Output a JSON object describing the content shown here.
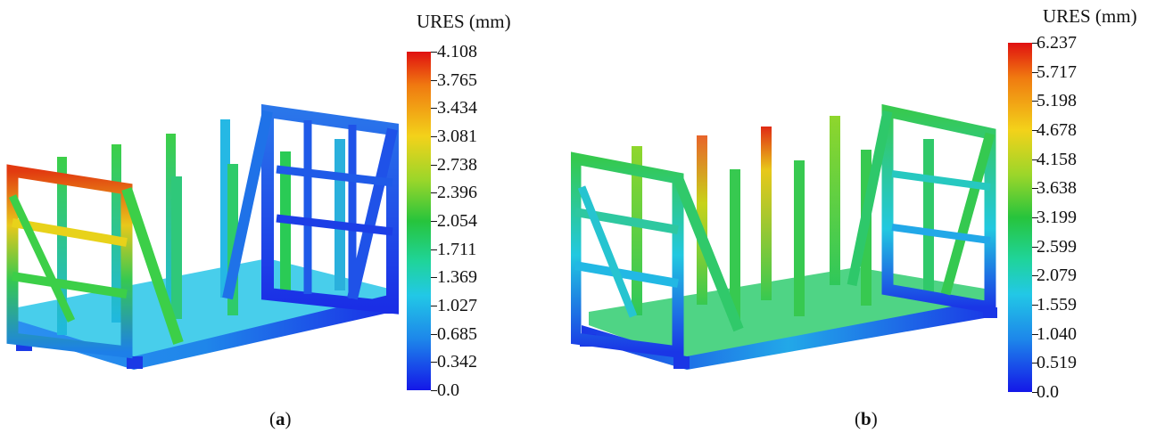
{
  "panels": [
    {
      "legend_title": "URES (mm)",
      "legend_values": [
        "4.108",
        "3.765",
        "3.434",
        "3.081",
        "2.738",
        "2.396",
        "2.054",
        "1.711",
        "1.369",
        "1.027",
        "0.685",
        "0.342",
        "0.0"
      ],
      "caption_open": "(",
      "caption_letter": "a",
      "caption_close": ")"
    },
    {
      "legend_title": "URES (mm)",
      "legend_values": [
        "6.237",
        "5.717",
        "5.198",
        "4.678",
        "4.158",
        "3.638",
        "3.199",
        "2.599",
        "2.079",
        "1.559",
        "1.040",
        "0.519",
        "0.0"
      ],
      "caption_open": "(",
      "caption_letter": "b",
      "caption_close": ")"
    }
  ],
  "colors": {
    "max": "#e01010",
    "high": "#f3d21a",
    "mid": "#27c43c",
    "low_mid": "#22c8e6",
    "min": "#1417e8"
  }
}
